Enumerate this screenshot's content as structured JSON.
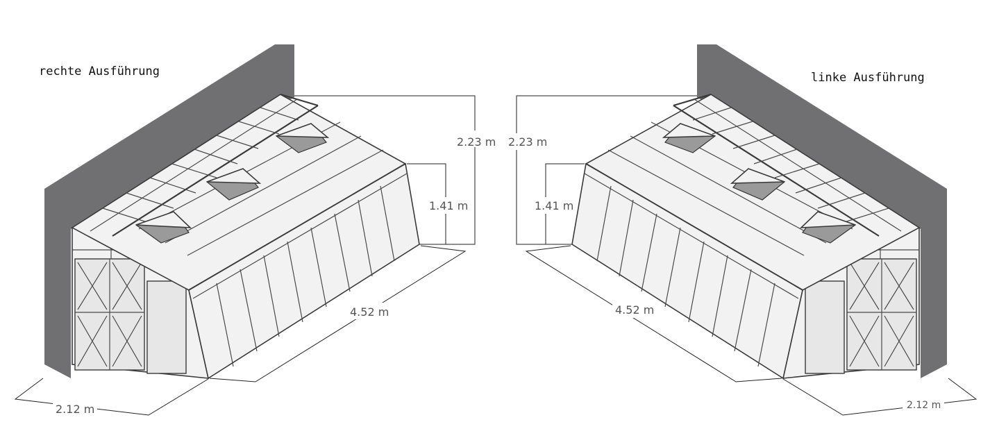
{
  "diagram": {
    "left_view": {
      "title": "rechte Ausführung",
      "height_total": "2.23 m",
      "height_side": "1.41 m",
      "length": "4.52 m",
      "width": "2.12 m"
    },
    "right_view": {
      "title": "linke Ausführung",
      "height_total": "2.23 m",
      "height_side": "1.41 m",
      "length": "4.52 m",
      "width": "2.12 m"
    },
    "colors": {
      "wall": "#707072",
      "frame": "#3a3a3a",
      "glass": "#f2f2f2"
    }
  }
}
